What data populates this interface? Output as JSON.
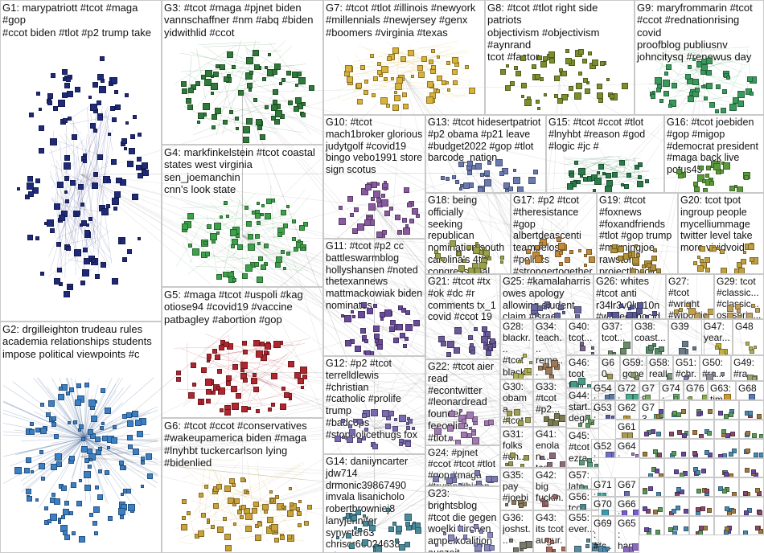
{
  "graph": {
    "groups": [
      {
        "id": "G1",
        "label": "G1: marypatriott #tcot #maga #gop\n#ccot biden #tlot #p2 trump take",
        "color": "#1f2a7a"
      },
      {
        "id": "G2",
        "label": "G2: drgilleighton trudeau rules\nacademia relationships students\nimpose political viewpoints #c",
        "color": "#3b7fc4"
      },
      {
        "id": "G3",
        "label": "G3: #tcot #maga #pjnet biden\nvannschaffner #nm #abq #biden\nyidwithlid #ccot",
        "color": "#2f7a3a"
      },
      {
        "id": "G4",
        "label": "G4: markfinkelstein #tcot coastal\nstates west virginia sen_joemanchin\ncnn's look state",
        "color": "#3da04a"
      },
      {
        "id": "G5",
        "label": "G5: #maga #tcot #uspoli #kag\notiose94 #covid19 #vaccine\npatbagley #abortion #gop",
        "color": "#b0262e"
      },
      {
        "id": "G6",
        "label": "G6: #tcot #ccot #conservatives\n#wakeupamerica biden #maga\n#lnyhbt tuckercarlson lying\n#bidenlied",
        "color": "#c9a23a"
      },
      {
        "id": "G7",
        "label": "G7: #tcot #tlot #illinois #newyork\n#millennials #newjersey #genx\n#boomers #virginia #texas",
        "color": "#d8b23a"
      },
      {
        "id": "G8",
        "label": "G8: #tcot #tlot right side patriots\nobjectivism #objectivism #aynrand\ntcot #factor",
        "color": "#7a8f2c"
      },
      {
        "id": "G9",
        "label": "G9: maryfrommarin #tcot\n#ccot #rednationrising covid\nproofblog publiusnv\njohncitysq #renewus day",
        "color": "#3a9a5c"
      },
      {
        "id": "G10",
        "label": "G10: #tcot\nmach1broker glorious\njudytgolf #covid19\nbingo vebo1991 store\nsign scotus",
        "color": "#8a5aa0"
      },
      {
        "id": "G11",
        "label": "G11: #tcot #p2 cc\nbattleswarmblog\nhollyshansen #noted\nthetexannews\nmattmackowiak biden\nnominates",
        "color": "#6a4a9a"
      },
      {
        "id": "G12",
        "label": "G12: #p2 #tcot\nterrelldlewis #christian\n#catholic #prolife trump\n#badcops\n#stoppolicethugs fox",
        "color": "#7a6ab0"
      },
      {
        "id": "G13",
        "label": "G13: #tcot hidesertpatriot\n#p2 obama #p21 leave\n#budget2022 #gop #tlot\nbarcode_nation",
        "color": "#6a7ab0"
      },
      {
        "id": "G14",
        "label": "G14: daniiyncarter\njdw714\ndrmonic39867490\nimvala lisanicholo\nrobertbrowniej8\nlanyjennifer synyster63\nchriscr66024638\nminnesotaexpat",
        "color": "#4a8a9a"
      },
      {
        "id": "G15",
        "label": "G15: #tcot #ccot #tlot\n#lnyhbt #reason #god\n#logic #jc #",
        "color": "#2a7a4a"
      },
      {
        "id": "G16",
        "label": "G16: #tcot joebiden\n#gop #migop\n#democrat president\n#maga back live\npotus45",
        "color": "#5a9a3a"
      },
      {
        "id": "G17",
        "label": "G17: #p2 #tcot\n#theresistance\n#gop\nalbertdeascenti\nteampelosi #politics\n#strongertogether\n#resistance...",
        "color": "#c08a3a"
      },
      {
        "id": "G18",
        "label": "G18: being officially\nseeking republican\nnomination south\ncarolina's 4th\ncongressional\ndistrict",
        "color": "#9aa04a"
      },
      {
        "id": "G19",
        "label": "G19: #tcot\n#foxnews\n#foxandfriends\n#tlot #gop trump\n#morningjoe\nrawstory\nprojectlincoln...",
        "color": "#b0903a"
      },
      {
        "id": "G20",
        "label": "G20: tcot tpot\ningroup people\nmycelliummage\ntwitter level take\nmore vividvoid",
        "color": "#c0a040"
      },
      {
        "id": "G21",
        "label": "G21: #tcot #tx\n#ok #dc #r\ncomments tx_1\ncovid #ccot 19",
        "color": "#6a5a9a"
      },
      {
        "id": "G22",
        "label": "G22: #tcot aier\nread #econtwitter\n#leonardread\nfounder\nfeeonline #tlot...",
        "color": "#a07ab0"
      },
      {
        "id": "G23",
        "label": "G23: brightsblog\n#tcot die gegen\nwoelki kirchen\nampelkoalition\nauszeit warum...",
        "color": "#8a8ac0"
      },
      {
        "id": "G24",
        "label": "G24: #pjnet\n#ccot #tcot #tlot\n#gop #maga\n#trump #biden\n#trumprally biden",
        "color": "#7a7ab0"
      },
      {
        "id": "G25",
        "label": "G25: #kamalaharris\nowes apology\nallowing student\nclaim #israel...",
        "color": "#6a6aa0"
      },
      {
        "id": "G26",
        "label": "G26: whites\n#tcot anti\nr34lr3v0lut10n\n#whitegenocid...",
        "color": "#5a5a9a"
      },
      {
        "id": "G27",
        "label": "G27: #tcot\n#wright\n#wipolitics\n#blueano...",
        "color": "#c0a050"
      },
      {
        "id": "G28",
        "label": "G28:\nblackr...\n#tcot\nblack\ngener...",
        "color": "#b0b050"
      },
      {
        "id": "G29",
        "label": "G29: tcot\n#classic...\n#classic...\nosusprin...",
        "color": "#c0a060"
      },
      {
        "id": "G30",
        "label": "G30:\nobama\n#tcot\nmusli...",
        "color": "#a0a050"
      },
      {
        "id": "G31",
        "label": "G31:\nfolks\n#un...",
        "color": "#9a9a50"
      },
      {
        "id": "G32",
        "label": "G32: #tcot\nezra...",
        "color": "#8a8a50"
      },
      {
        "id": "G33",
        "label": "G33:\n#tcot\n#p2...",
        "color": "#7a7a50"
      },
      {
        "id": "G34",
        "label": "G34:\nteach...\nremo...",
        "color": "#9a7a5a"
      },
      {
        "id": "G35",
        "label": "G35:\npay\n#joebi...",
        "color": "#8a7a5a"
      },
      {
        "id": "G36",
        "label": "G36:\njoshst...",
        "color": "#7a7a6a"
      },
      {
        "id": "G37",
        "label": "G37:\ntcot...",
        "color": "#6a8a6a"
      },
      {
        "id": "G38",
        "label": "G38:\ncoast...",
        "color": "#5a8a6a"
      },
      {
        "id": "G39",
        "label": "G39",
        "color": "#6a7a8a"
      },
      {
        "id": "G40",
        "label": "G40:\ntcot...",
        "color": "#7a6a8a"
      },
      {
        "id": "G41",
        "label": "G41:\nenolan...\ntcot",
        "color": "#8a6a7a"
      },
      {
        "id": "G42",
        "label": "G42:\nbig\nfuckin...",
        "color": "#9a6a6a"
      },
      {
        "id": "G43",
        "label": "G43:\nits tcot\naugur...",
        "color": "#aa6a5a"
      },
      {
        "id": "G44",
        "label": "G44:\nstart...\ndegr...",
        "color": "#6a9a6a"
      },
      {
        "id": "G45",
        "label": "G45:\n#tcot\nezra...",
        "color": "#5a9a7a"
      },
      {
        "id": "G46",
        "label": "G46:\ntcot\ntcot",
        "color": "#4a9a8a"
      },
      {
        "id": "G47",
        "label": "G47:\nyear...",
        "color": "#c0b040"
      },
      {
        "id": "G48",
        "label": "G48",
        "color": "#b0b060"
      },
      {
        "id": "G49",
        "label": "G49:\n#ra...",
        "color": "#a0a070"
      },
      {
        "id": "G50",
        "label": "G50:\n#ra...",
        "color": "#9090a0"
      },
      {
        "id": "G51",
        "label": "G51:\n#chr...",
        "color": "#8080b0"
      },
      {
        "id": "G52",
        "label": "G52: ...",
        "color": "#7070c0"
      },
      {
        "id": "G53",
        "label": "G53: indi...",
        "color": "#6060a0"
      },
      {
        "id": "G54",
        "label": "G54:\nstart...",
        "color": "#5a7aa0"
      },
      {
        "id": "G55",
        "label": "G55:\never...",
        "color": "#5a8aa0"
      },
      {
        "id": "G56",
        "label": "G56:\ntcot",
        "color": "#5a9aa0"
      },
      {
        "id": "G57",
        "label": "G57:\nlate...",
        "color": "#6a9a90"
      },
      {
        "id": "G58",
        "label": "G58:\nreally",
        "color": "#7a9a80"
      },
      {
        "id": "G59",
        "label": "G59:\ngope...",
        "color": "#8a9a70"
      },
      {
        "id": "G60",
        "label": "G60",
        "color": "#9a9a60"
      },
      {
        "id": "G61",
        "label": "G61",
        "color": "#aa9a50"
      },
      {
        "id": "G62",
        "label": "G62",
        "color": "#ba9a40"
      },
      {
        "id": "G63",
        "label": "G63:\ntim...",
        "color": "#ca9a30"
      },
      {
        "id": "G64",
        "label": "G64:\ntwit...",
        "color": "#9a7ab0"
      },
      {
        "id": "G65",
        "label": "G65:\nhap...",
        "color": "#8a6ac0"
      },
      {
        "id": "G66",
        "label": "G66:\n#tc...",
        "color": "#7a5ad0"
      },
      {
        "id": "G67",
        "label": "G67",
        "color": "#6a6ab0"
      },
      {
        "id": "G68",
        "label": "G68",
        "color": "#5a7ab0"
      },
      {
        "id": "G69",
        "label": "G69:\n#tc...",
        "color": "#4a8ab0"
      },
      {
        "id": "G70",
        "label": "G70",
        "color": "#3a9ab0"
      },
      {
        "id": "G71",
        "label": "G71:\nclai...",
        "color": "#3aaaa0"
      },
      {
        "id": "G72",
        "label": "G72:\nhou...",
        "color": "#4aaa90"
      },
      {
        "id": "G73",
        "label": "G73",
        "color": "#5aaa80"
      },
      {
        "id": "G74",
        "label": "G74:\nbor...",
        "color": "#6aaa70"
      },
      {
        "id": "G75",
        "label": "G75",
        "color": "#7aaa60"
      },
      {
        "id": "G76",
        "label": "G76:\nkids...",
        "color": "#8aaa50"
      }
    ]
  }
}
